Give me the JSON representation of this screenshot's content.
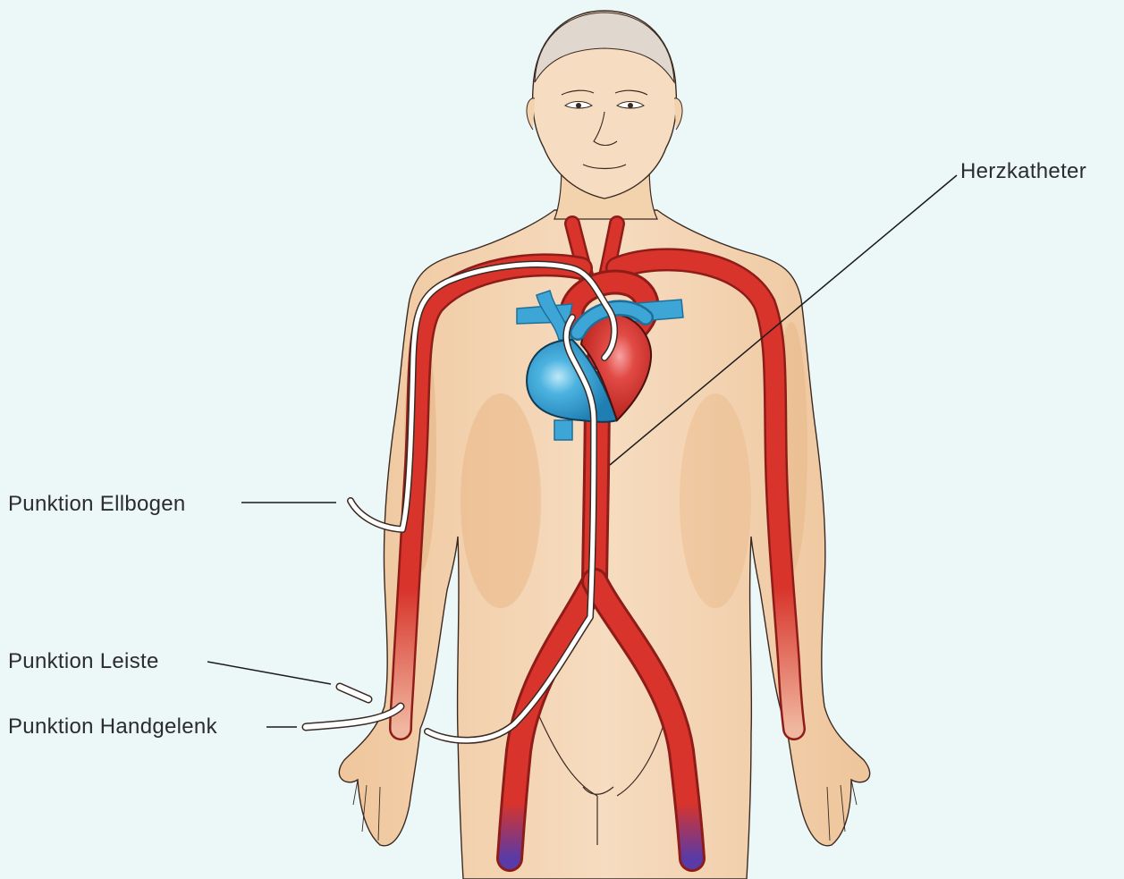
{
  "labels": {
    "heart_catheter": "Herzkatheter",
    "elbow_puncture": "Punktion Ellbogen",
    "groin_puncture": "Punktion Leiste",
    "wrist_puncture": "Punktion Handgelenk"
  },
  "colors": {
    "background": "#ecf7f8",
    "skin": "#f3d2ae",
    "skin_shadow": "#e3b586",
    "artery": "#d8342b",
    "artery_dark": "#8e1c18",
    "vein": "#3ea6d6",
    "vein_dark": "#1d6f99",
    "catheter": "#ffffff",
    "outline": "#3a2a22"
  }
}
